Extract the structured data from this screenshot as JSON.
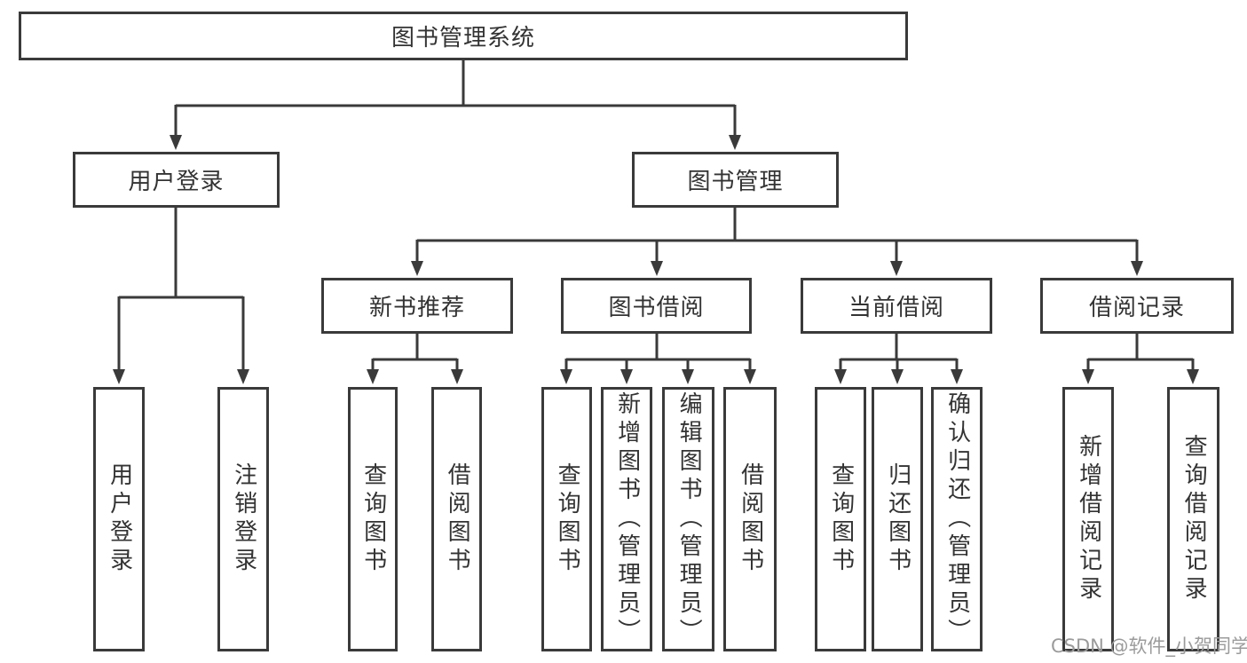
{
  "diagram": {
    "root": {
      "label": "图书管理系统"
    },
    "branches": [
      {
        "label": "用户登录",
        "children": [
          {
            "label": "用户登录"
          },
          {
            "label": "注销登录"
          }
        ]
      },
      {
        "label": "图书管理",
        "children": [
          {
            "label": "新书推荐",
            "children": [
              {
                "label": "查询图书"
              },
              {
                "label": "借阅图书"
              }
            ]
          },
          {
            "label": "图书借阅",
            "children": [
              {
                "label": "查询图书"
              },
              {
                "label": "新增图书（管理员）"
              },
              {
                "label": "编辑图书（管理员）"
              },
              {
                "label": "借阅图书"
              }
            ]
          },
          {
            "label": "当前借阅",
            "children": [
              {
                "label": "查询图书"
              },
              {
                "label": "归还图书"
              },
              {
                "label": "确认归还（管理员）"
              }
            ]
          },
          {
            "label": "借阅记录",
            "children": [
              {
                "label": "新增借阅记录"
              },
              {
                "label": "查询借阅记录"
              }
            ]
          }
        ]
      }
    ],
    "watermark": "CSDN @软件_小贺同学",
    "colors": {
      "line": "#3a3a3a",
      "text": "#333333",
      "watermark": "#9b9b9b",
      "background": "#ffffff"
    }
  }
}
